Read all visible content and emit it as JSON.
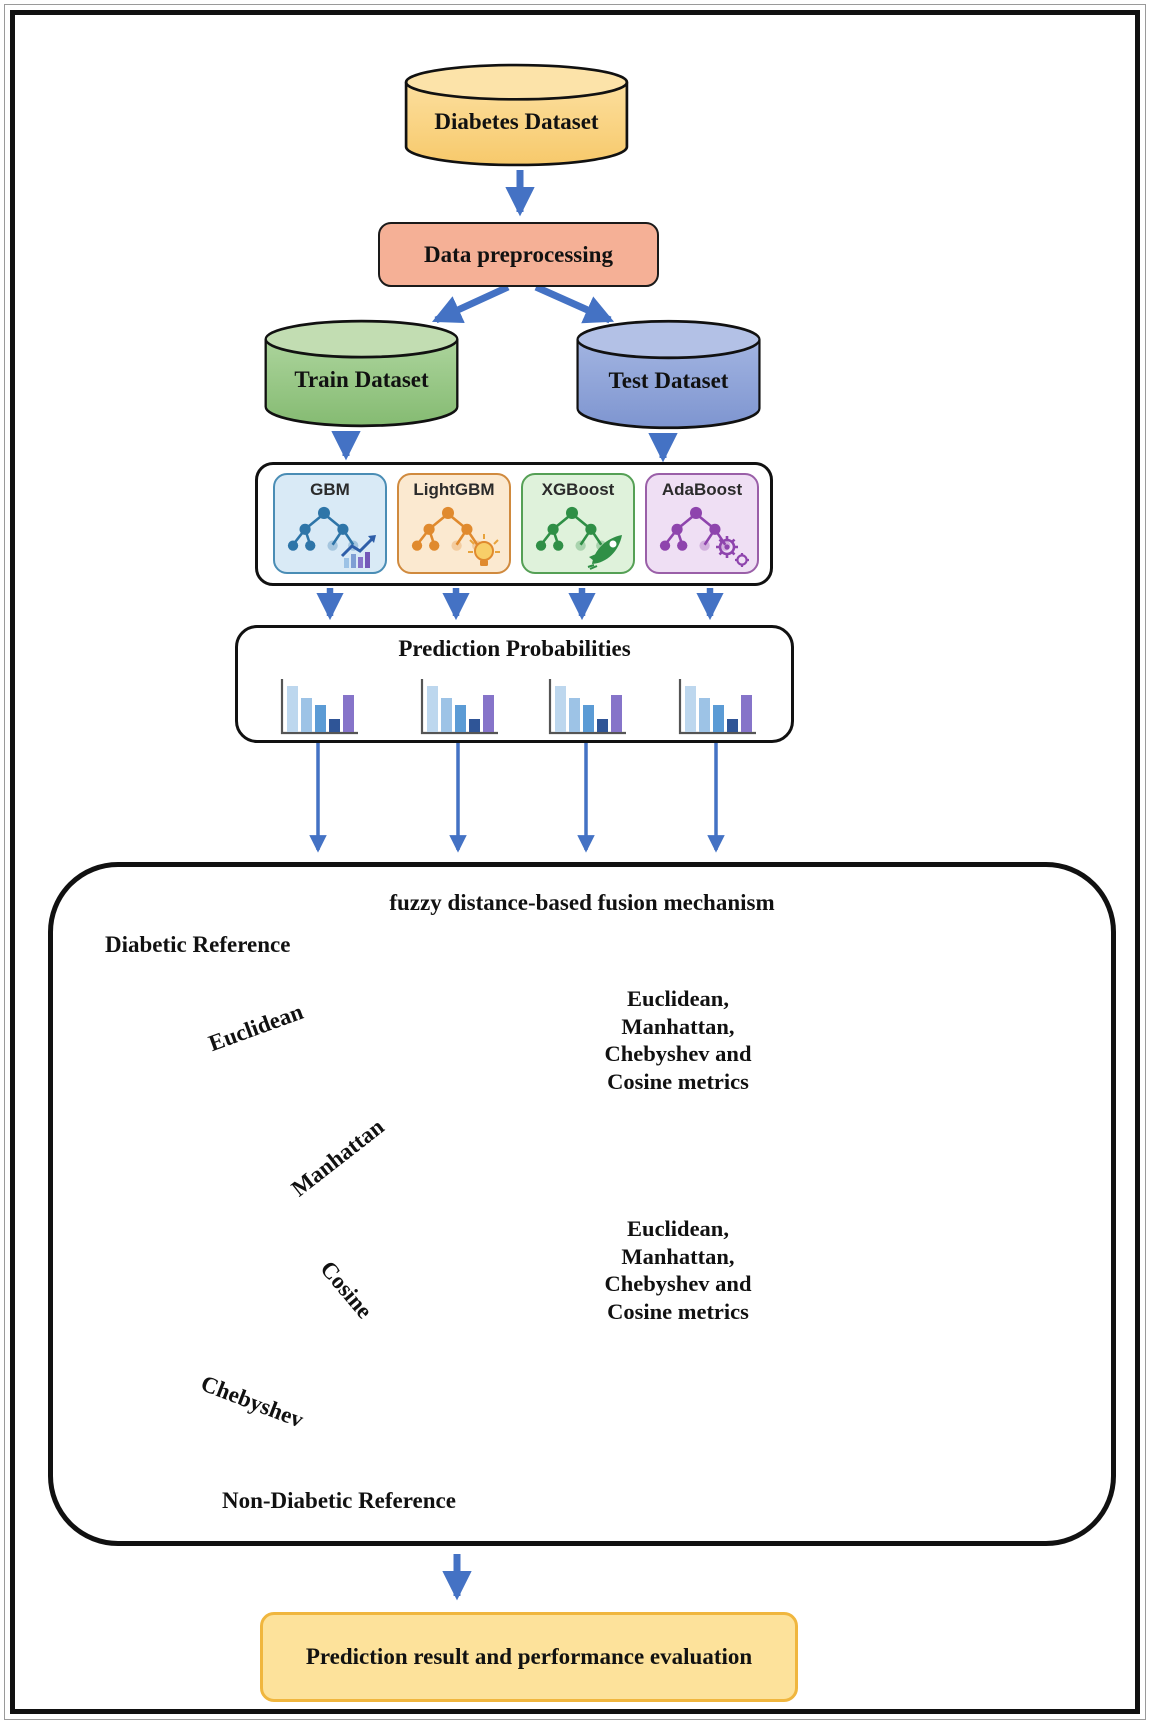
{
  "nodes": {
    "diabetes_dataset": "Diabetes Dataset",
    "data_preprocessing": "Data preprocessing",
    "train_dataset": "Train Dataset",
    "test_dataset": "Test Dataset",
    "prediction_probabilities": "Prediction Probabilities",
    "fusion_title": "fuzzy distance-based fusion mechanism",
    "diabetic_reference": "Diabetic Reference",
    "non_diabetic_reference": "Non-Diabetic Reference",
    "metrics_top": "Euclidean,\nManhattan,\nChebyshev and\nCosine metrics",
    "metrics_bottom": "Euclidean,\nManhattan,\nChebyshev and\nCosine metrics",
    "result": "Prediction result and performance evaluation"
  },
  "models": {
    "items": [
      {
        "label": "GBM",
        "icon": "tree-with-trend-chart-icon",
        "color": "#2E75A8"
      },
      {
        "label": "LightGBM",
        "icon": "tree-with-lightbulb-icon",
        "color": "#E08A2E"
      },
      {
        "label": "XGBoost",
        "icon": "tree-with-rocket-icon",
        "color": "#2F8F46"
      },
      {
        "label": "AdaBoost",
        "icon": "tree-with-gears-icon",
        "color": "#8E44AD"
      }
    ]
  },
  "distance_labels": {
    "euclidean": "Euclidean",
    "manhattan": "Manhattan",
    "cosine": "Cosine",
    "chebyshev": "Chebyshev"
  },
  "prediction_probabilities": {
    "mini_chart": {
      "bar_heights": [
        46,
        34,
        27,
        13,
        37
      ],
      "bar_colors": [
        "#BDD7EE",
        "#9DC3E6",
        "#5B9BD5",
        "#2F5597",
        "#8674C9"
      ],
      "chart_count": 4
    }
  },
  "colors": {
    "arrow_blue": "#4472C4",
    "axis_black": "#111111",
    "euclidean_manhattan_red": "#ED1C24",
    "cosine_green": "#0AA54E",
    "chebyshev_blue": "#4472C4",
    "diabetic_point_red": "#CC0A0A",
    "non_diabetic_point_green": "#0AA54E",
    "query_point_cyan": "#1CB8F2",
    "diabetes_cylinder": "#FBD88C",
    "preprocess_fill": "#F5B096",
    "train_cylinder": "#9BC98A",
    "test_cylinder": "#93A7DB",
    "result_fill": "#FDE29B",
    "result_border": "#F0B63E",
    "sigmoid_green": "#1FA750"
  }
}
